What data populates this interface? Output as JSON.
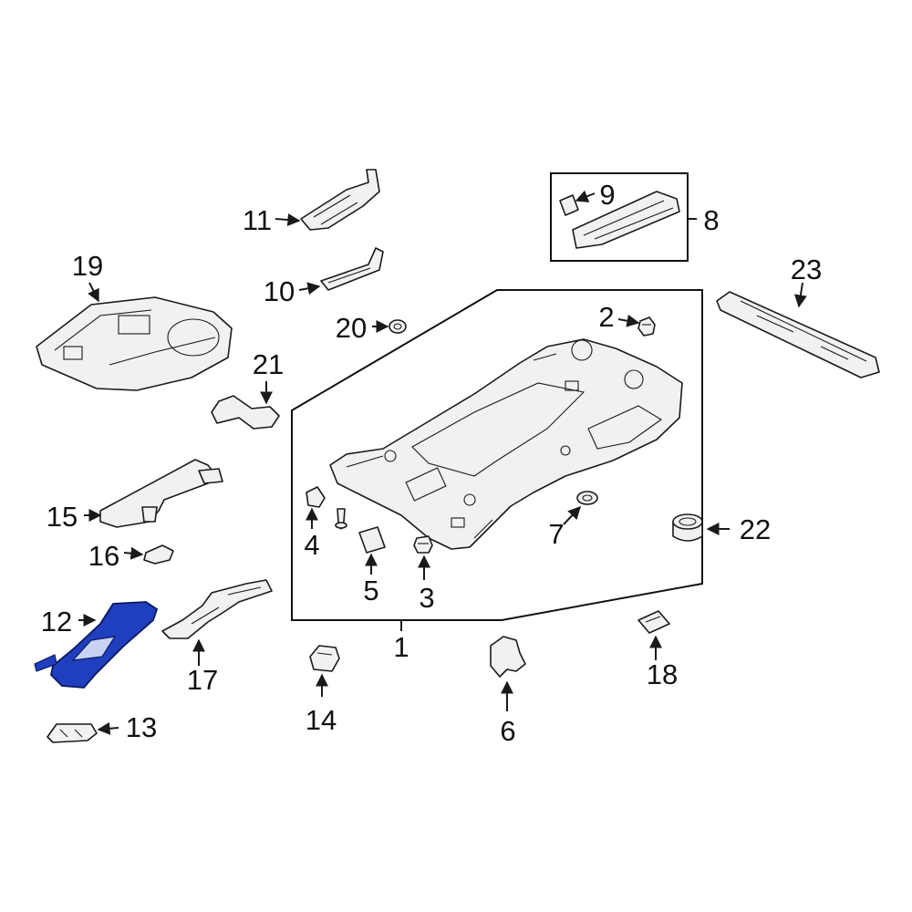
{
  "highlight_color": "#1f3fbf",
  "callouts": {
    "c1": "1",
    "c2": "2",
    "c3": "3",
    "c4": "4",
    "c5": "5",
    "c6": "6",
    "c7": "7",
    "c8": "8",
    "c9": "9",
    "c10": "10",
    "c11": "11",
    "c12": "12",
    "c13": "13",
    "c14": "14",
    "c15": "15",
    "c16": "16",
    "c17": "17",
    "c18": "18",
    "c19": "19",
    "c20": "20",
    "c21": "21",
    "c22": "22",
    "c23": "23"
  },
  "highlighted_part": "12"
}
